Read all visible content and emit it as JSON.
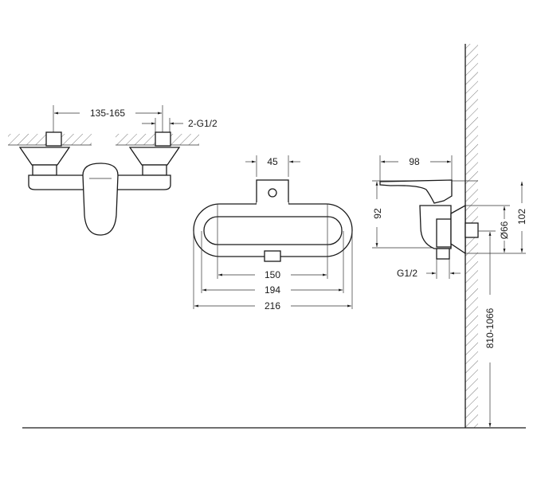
{
  "drawing": {
    "front_view": {
      "spacing": "135-165",
      "inlet_thread": "2-G1/2"
    },
    "top_view": {
      "outlet_width": "45",
      "dim_inner": "150",
      "dim_middle": "194",
      "dim_overall": "216"
    },
    "side_view": {
      "depth": "98",
      "height": "92",
      "flange_diameter": "Ø66",
      "overall_height": "102",
      "outlet_thread": "G1/2",
      "mounting_height": "810-1066"
    }
  }
}
